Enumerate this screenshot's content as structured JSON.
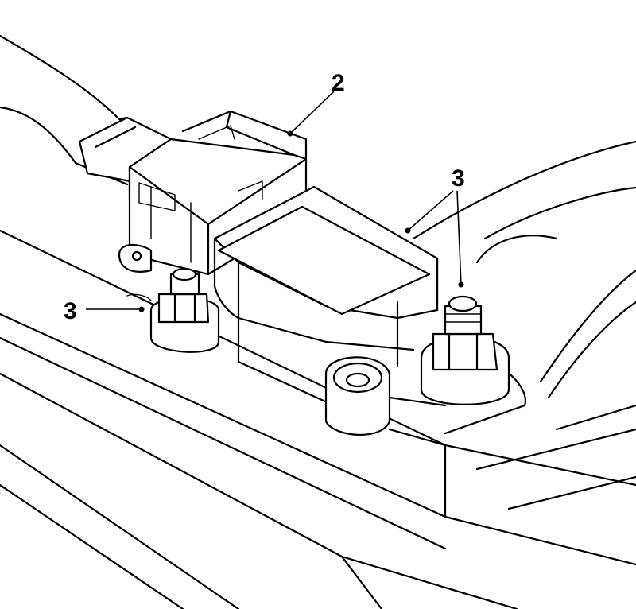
{
  "callouts": {
    "connector": "2",
    "nut_left": "3",
    "nut_right": "3"
  },
  "colors": {
    "line": "#000000",
    "background": "#ffffff"
  }
}
